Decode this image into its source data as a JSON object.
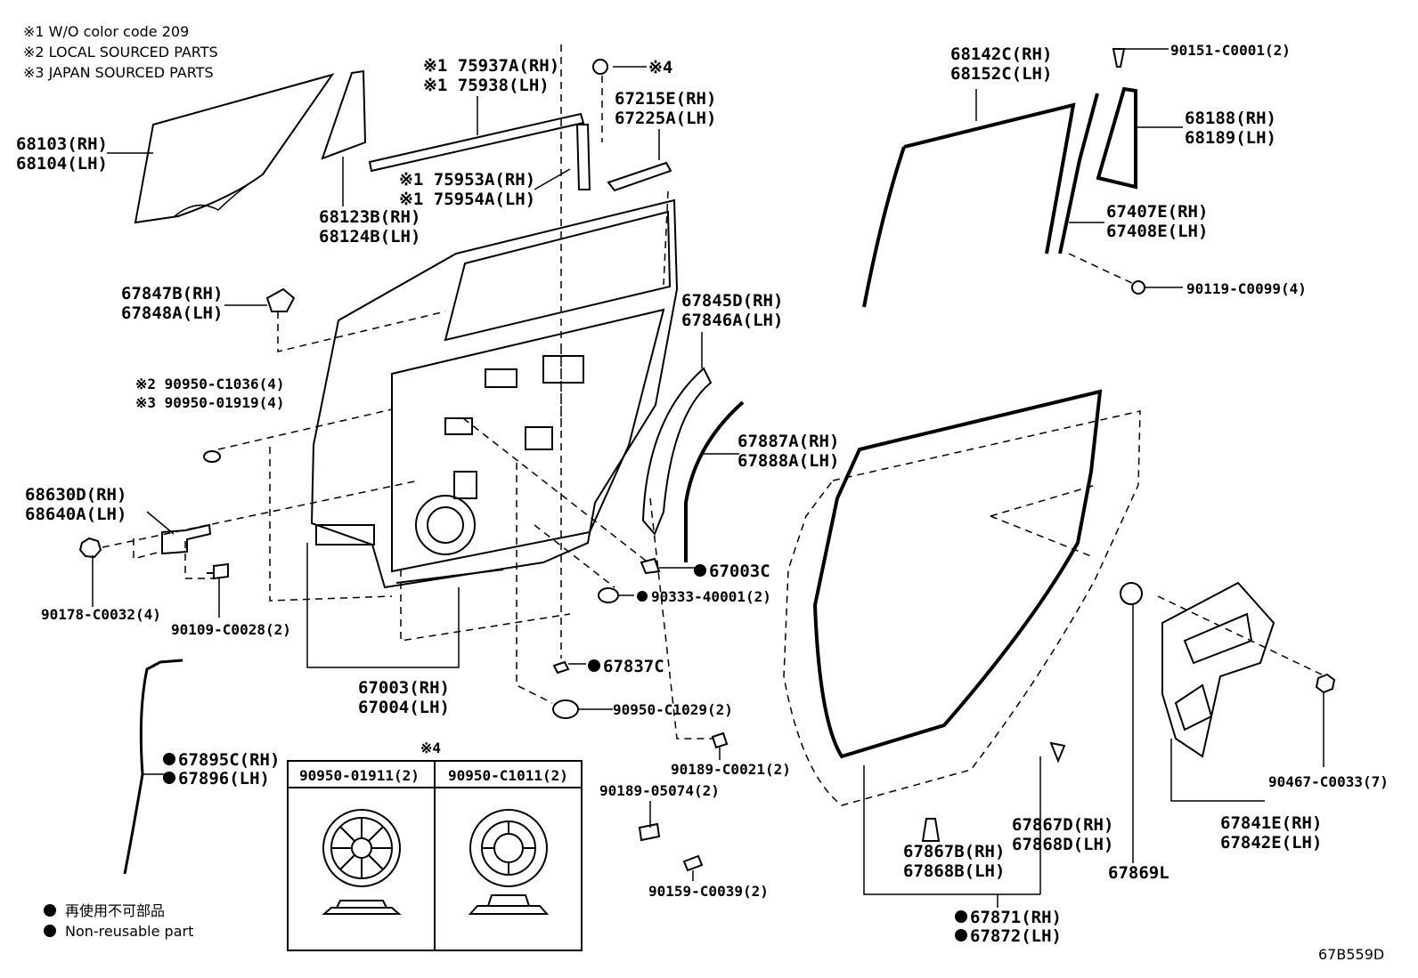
{
  "notes": [
    "※1  W/O color code 209",
    "※2  LOCAL SOURCED PARTS",
    "※3  JAPAN SOURCED PARTS"
  ],
  "labels": {
    "p68103": [
      "68103(RH)",
      "68104(LH)"
    ],
    "p68123": [
      "68123B(RH)",
      "68124B(LH)"
    ],
    "p75937": [
      "※1 75937A(RH)",
      "※1 75938(LH)"
    ],
    "p75953": [
      "※1 75953A(RH)",
      "※1 75954A(LH)"
    ],
    "note4": "※4",
    "p67215": [
      "67215E(RH)",
      "67225A(LH)"
    ],
    "p67847": [
      "67847B(RH)",
      "67848A(LH)"
    ],
    "p67845": [
      "67845D(RH)",
      "67846A(LH)"
    ],
    "p90950_c1036": [
      "※2 90950-C1036(4)",
      "※3 90950-01919(4)"
    ],
    "p67887": [
      "67887A(RH)",
      "67888A(LH)"
    ],
    "p68630": [
      "68630D(RH)",
      "68640A(LH)"
    ],
    "p67003c": "67003C",
    "p90333": "90333-40001(2)",
    "p90178": "90178-C0032(4)",
    "p90109": "90109-C0028(2)",
    "p67837c": "67837C",
    "p67003": [
      "67003(RH)",
      "67004(LH)"
    ],
    "p90950_c1029": "90950-C1029(2)",
    "p67895": [
      "67895C(RH)",
      "67896(LH)"
    ],
    "p90189_c0021": "90189-C0021(2)",
    "p90189_05074": "90189-05074(2)",
    "p90159": "90159-C0039(2)",
    "p68142": [
      "68142C(RH)",
      "68152C(LH)"
    ],
    "p90151": "90151-C0001(2)",
    "p68188": [
      "68188(RH)",
      "68189(LH)"
    ],
    "p67407": [
      "67407E(RH)",
      "67408E(LH)"
    ],
    "p90119": "90119-C0099(4)",
    "p90467": "90467-C0033(7)",
    "p67841": [
      "67841E(RH)",
      "67842E(LH)"
    ],
    "p67867d": [
      "67867D(RH)",
      "67868D(LH)"
    ],
    "p67867b": [
      "67867B(RH)",
      "67868B(LH)"
    ],
    "p67869": "67869L",
    "p67871": [
      "67871(RH)",
      "67872(LH)"
    ]
  },
  "inset": {
    "title": "※4",
    "col1": "90950-01911(2)",
    "col2": "90950-C1011(2)"
  },
  "legend": {
    "jp": "再使用不可部品",
    "en": "Non-reusable part"
  },
  "diagram_code": "67B559D"
}
